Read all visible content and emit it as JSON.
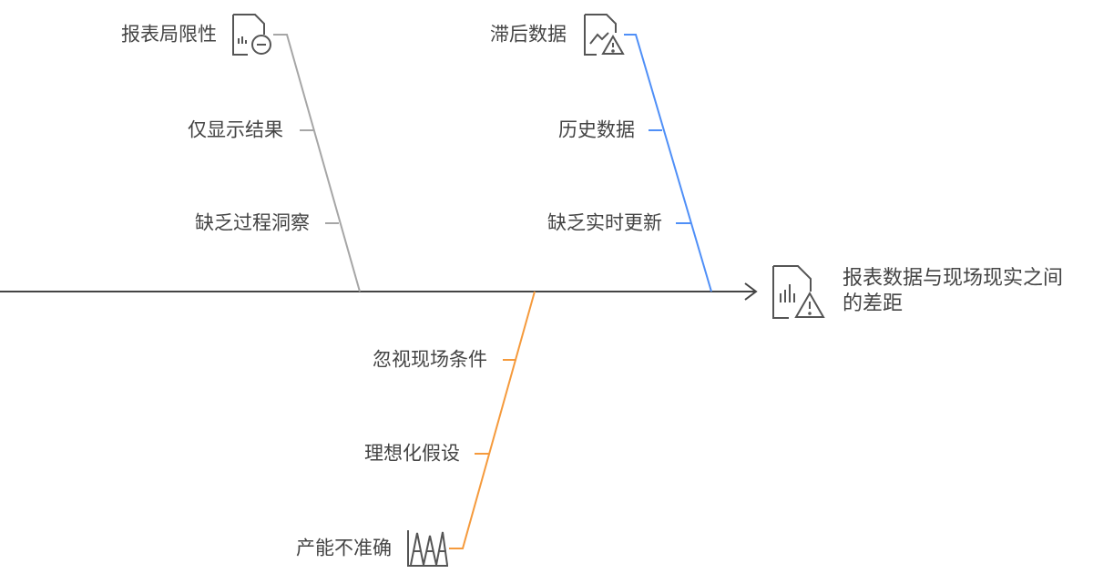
{
  "effect": {
    "label": "报表数据与现场现实之间的差距",
    "icon": "report-warning-icon"
  },
  "branches": [
    {
      "name": "报表局限性",
      "color": "#a6a6a6",
      "icon": "report-minus-icon",
      "causes": [
        "仅显示结果",
        "缺乏过程洞察"
      ]
    },
    {
      "name": "滞后数据",
      "color": "#4f8ff7",
      "icon": "chart-warning-icon",
      "causes": [
        "历史数据",
        "缺乏实时更新"
      ]
    },
    {
      "name": "产能不准确",
      "color": "#f59a3c",
      "icon": "spikes-icon",
      "causes": [
        "忽视现场条件",
        "理想化假设"
      ]
    }
  ]
}
